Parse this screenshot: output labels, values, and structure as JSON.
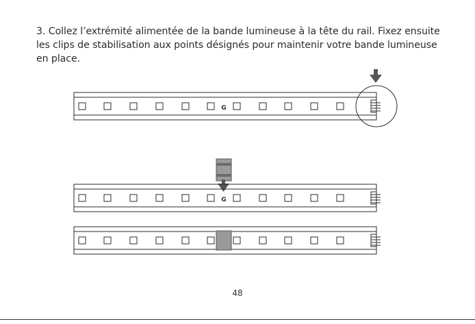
{
  "instruction": {
    "step": "3.",
    "text": "Collez l’extrémité alimentée de la bande lumineuse à la tête du rail. Fixez ensuite les clips de stabilisation aux points désignés pour maintenir votre bande lumineuse en place."
  },
  "figure": {
    "strip_logo": "G",
    "colors": {
      "stroke": "#2b2b2b",
      "arrow": "#555555",
      "clip": "#9a9a9a",
      "clip_dark": "#6b6b6b"
    },
    "icons": [
      "down-arrow-icon",
      "connector-icon",
      "stabilizing-clip-icon"
    ]
  },
  "footer": {
    "page_number": "48"
  }
}
